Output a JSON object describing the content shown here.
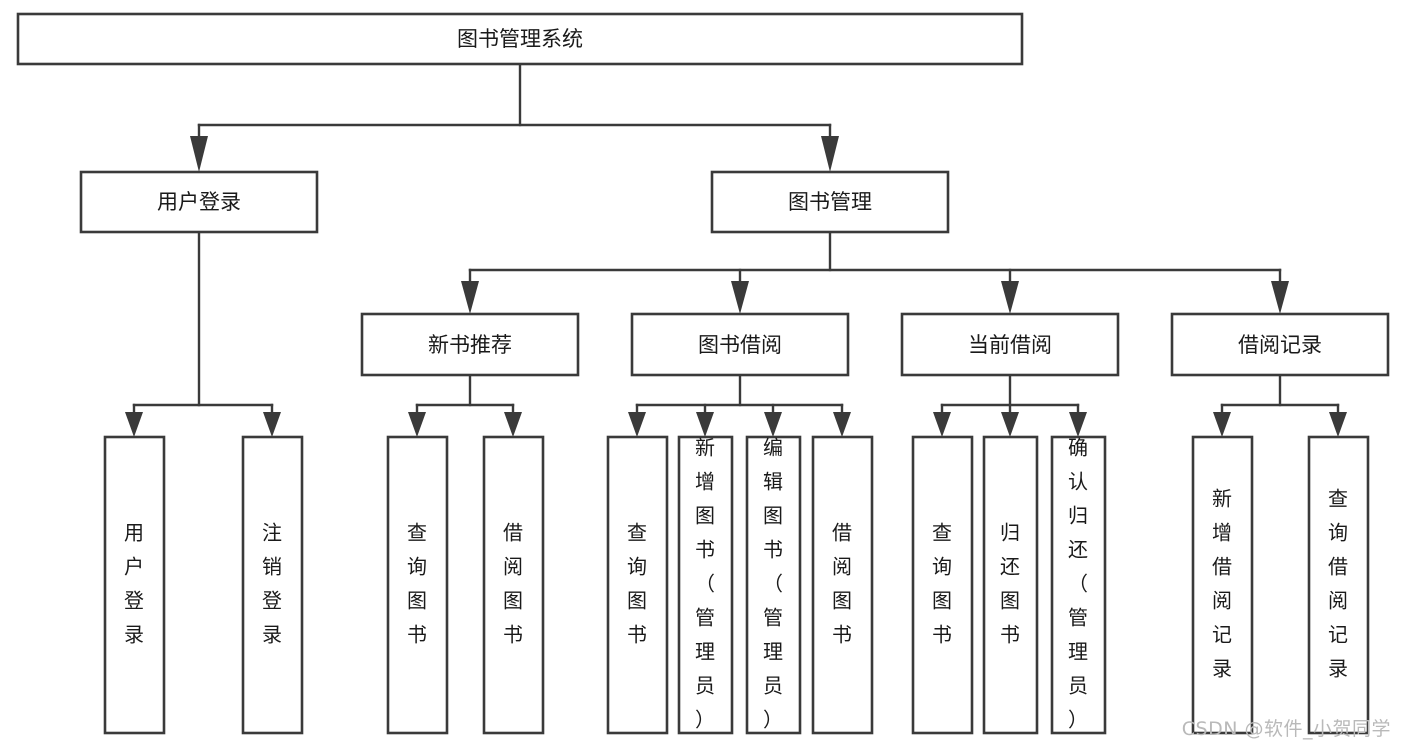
{
  "diagram": {
    "kind": "functional-structure-tree",
    "title": "图书管理系统",
    "watermark": "CSDN @软件_小贺同学",
    "colors": {
      "box_stroke": "#3a3a3a",
      "box_fill": "#ffffff",
      "text": "#1a1a1a",
      "background": "#ffffff",
      "watermark": "#b9b9b9"
    },
    "root": {
      "label": "图书管理系统"
    },
    "level2": [
      {
        "label": "用户登录"
      },
      {
        "label": "图书管理"
      }
    ],
    "level3": [
      {
        "label": "新书推荐"
      },
      {
        "label": "图书借阅"
      },
      {
        "label": "当前借阅"
      },
      {
        "label": "借阅记录"
      }
    ],
    "leaves": {
      "user_login": [
        {
          "label": "用户登录"
        },
        {
          "label": "注销登录"
        }
      ],
      "new_book_recommend": [
        {
          "label": "查询图书"
        },
        {
          "label": "借阅图书"
        }
      ],
      "book_borrow": [
        {
          "label": "查询图书"
        },
        {
          "label": "新增图书（管理员）"
        },
        {
          "label": "编辑图书（管理员）"
        },
        {
          "label": "借阅图书"
        }
      ],
      "current_borrow": [
        {
          "label": "查询图书"
        },
        {
          "label": "归还图书"
        },
        {
          "label": "确认归还（管理员）"
        }
      ],
      "borrow_record": [
        {
          "label": "新增借阅记录"
        },
        {
          "label": "查询借阅记录"
        }
      ]
    }
  }
}
